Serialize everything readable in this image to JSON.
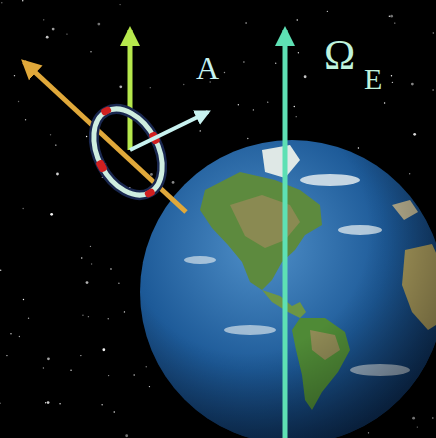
{
  "diagram": {
    "labels": [
      "A",
      "Ω",
      "E"
    ]
  }
}
